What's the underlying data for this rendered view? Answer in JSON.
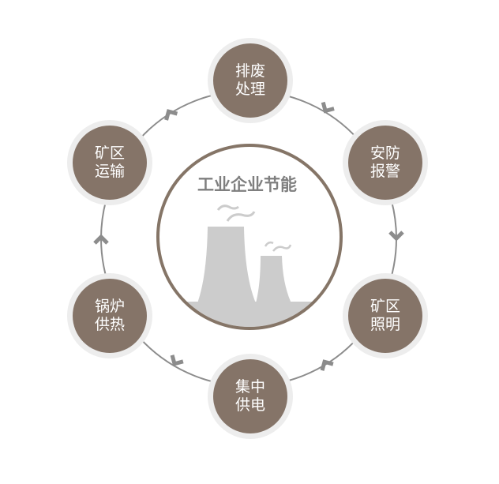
{
  "diagram": {
    "center": {
      "title": "工业企业节能",
      "illustration": "cooling-towers-icon"
    },
    "nodes": [
      {
        "id": "top",
        "line1": "排废",
        "line2": "处理"
      },
      {
        "id": "right-top",
        "line1": "安防",
        "line2": "报警"
      },
      {
        "id": "right-bottom",
        "line1": "矿区",
        "line2": "照明"
      },
      {
        "id": "bottom",
        "line1": "集中",
        "line2": "供电"
      },
      {
        "id": "left-bottom",
        "line1": "锅炉",
        "line2": "供热"
      },
      {
        "id": "left-top",
        "line1": "矿区",
        "line2": "运输"
      }
    ],
    "flow_direction": "clockwise",
    "colors": {
      "node_fill": "#857468",
      "node_ring": "#ededed",
      "center_ring": "#857567",
      "connector": "#8c8c8c",
      "towers": "#cccccc",
      "title": "#7f7f7f"
    }
  }
}
